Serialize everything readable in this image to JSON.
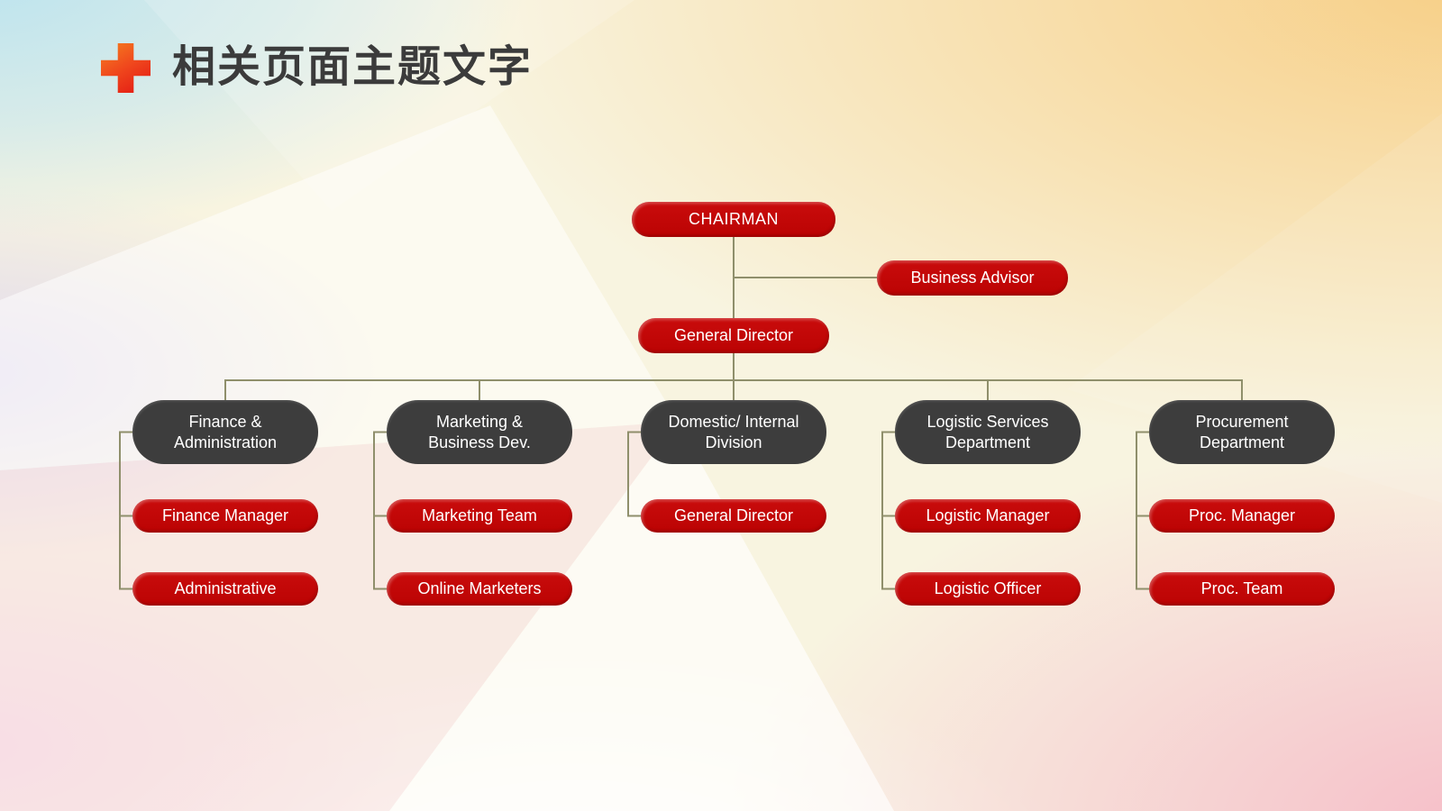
{
  "slide": {
    "title": "相关页面主题文字"
  },
  "org": {
    "chairman": "CHAIRMAN",
    "business_advisor": "Business Advisor",
    "general_director": "General Director",
    "departments": [
      {
        "title": "Finance &\nAdministration",
        "children": [
          "Finance Manager",
          "Administrative"
        ]
      },
      {
        "title": "Marketing &\nBusiness Dev.",
        "children": [
          "Marketing Team",
          "Online Marketers"
        ]
      },
      {
        "title": "Domestic/ Internal\nDivision",
        "children": [
          "General Director"
        ]
      },
      {
        "title": "Logistic Services\nDepartment",
        "children": [
          "Logistic Manager",
          "Logistic Officer"
        ]
      },
      {
        "title": "Procurement\nDepartment",
        "children": [
          "Proc. Manager",
          "Proc. Team"
        ]
      }
    ]
  },
  "colors": {
    "node_red": "#c00808",
    "node_dark": "#3d3d3d",
    "connector": "#8f8f6b",
    "title_text": "#3b3b3b",
    "plus_accent": "#e8301c"
  }
}
